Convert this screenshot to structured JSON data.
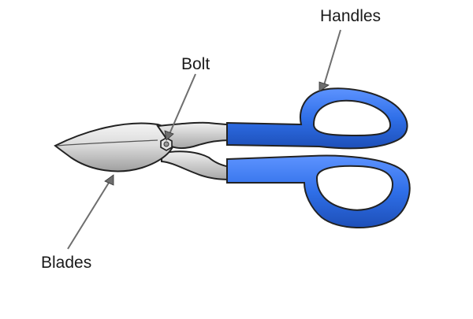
{
  "labels": {
    "handles": "Handles",
    "bolt": "Bolt",
    "blades": "Blades"
  },
  "colors": {
    "handle_fill": "#2f6fe8",
    "handle_highlight": "#6fa2ff",
    "handle_shadow": "#1d4fb8",
    "blade_light": "#f2f2f2",
    "blade_dark": "#a9a9a9",
    "outline": "#222222",
    "arrow": "#6e6e6e"
  },
  "icons": {
    "bolt": "hex-nut-icon"
  }
}
